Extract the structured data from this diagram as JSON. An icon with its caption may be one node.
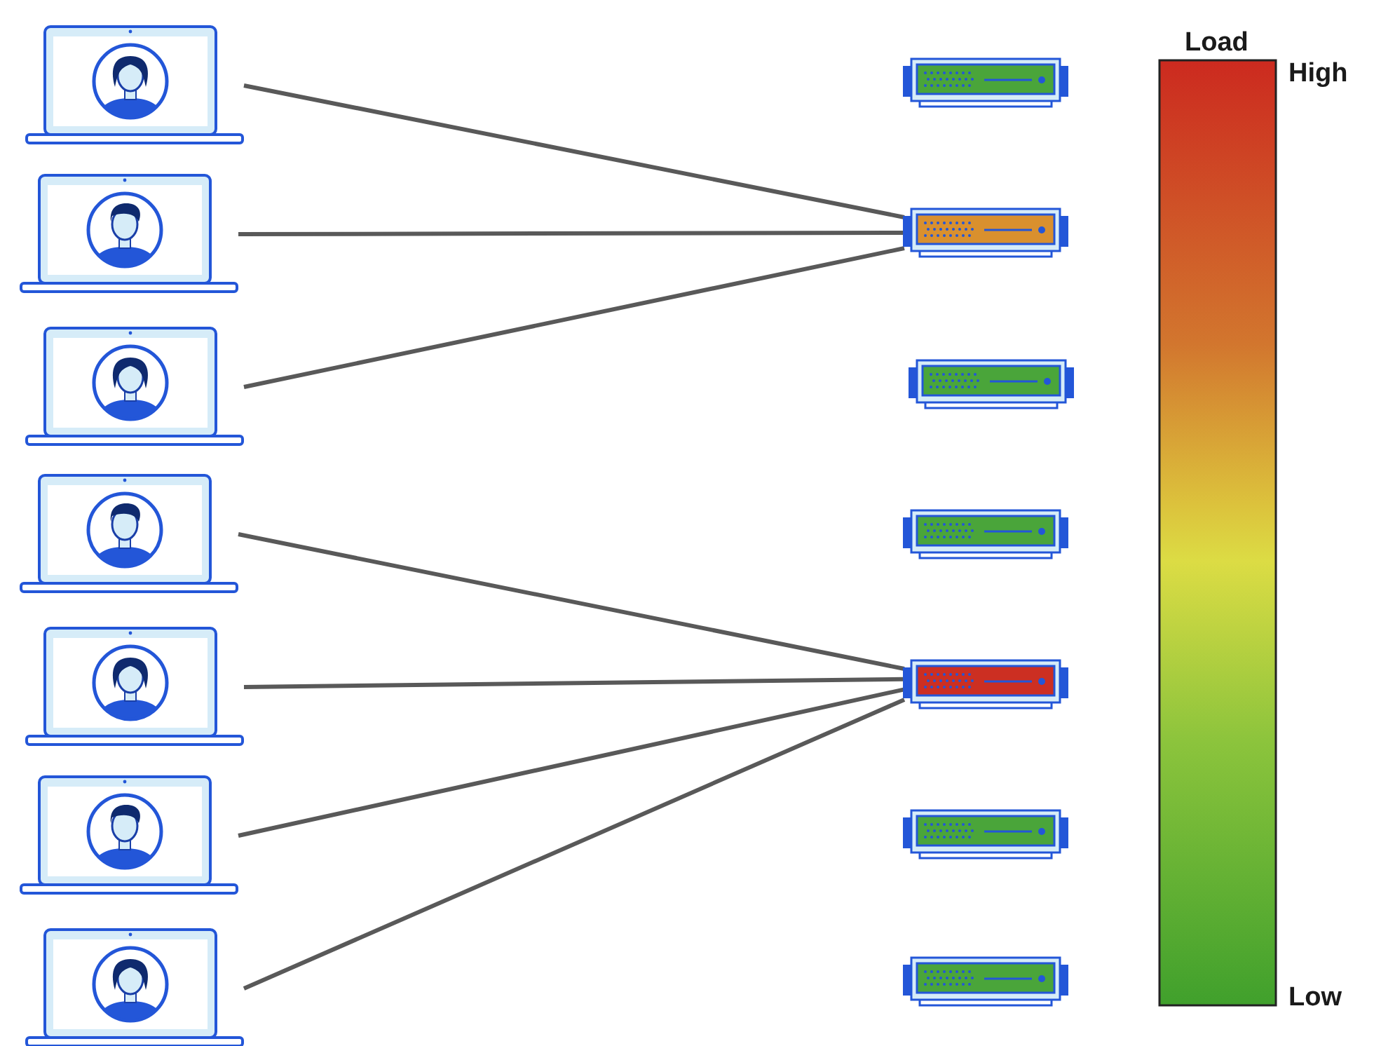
{
  "diagram": {
    "nodes": [
      {
        "text": [],
        "shape": "picture"
      },
      {
        "text": [],
        "shape": "picture"
      },
      {
        "text": [],
        "shape": "picture"
      },
      {
        "text": [],
        "shape": "picture"
      },
      {
        "text": [],
        "shape": "picture"
      },
      {
        "text": [],
        "shape": "picture"
      },
      {
        "text": [],
        "shape": "picture"
      },
      {
        "text": [],
        "shape": "picture"
      },
      {
        "text": [],
        "shape": "picture"
      },
      {
        "text": [],
        "shape": "picture"
      },
      {
        "text": [],
        "shape": "picture"
      },
      {
        "text": [],
        "shape": "picture"
      },
      {
        "text": [],
        "shape": "picture"
      },
      {
        "text": [],
        "shape": "picture"
      },
      {
        "text": [],
        "shape": "bar"
      }
    ],
    "edges": [
      {
        "from": 0,
        "to": 8,
        "arrow": "none"
      },
      {
        "from": 1,
        "to": 8,
        "arrow": "none"
      },
      {
        "from": 2,
        "to": 8,
        "arrow": "none"
      },
      {
        "from": 3,
        "to": 11,
        "arrow": "none"
      },
      {
        "from": 4,
        "to": 11,
        "arrow": "none"
      },
      {
        "from": 5,
        "to": 11,
        "arrow": "none"
      },
      {
        "from": 6,
        "to": 11,
        "arrow": "none"
      }
    ],
    "labels": [
      "Load",
      "High",
      "Low"
    ]
  }
}
